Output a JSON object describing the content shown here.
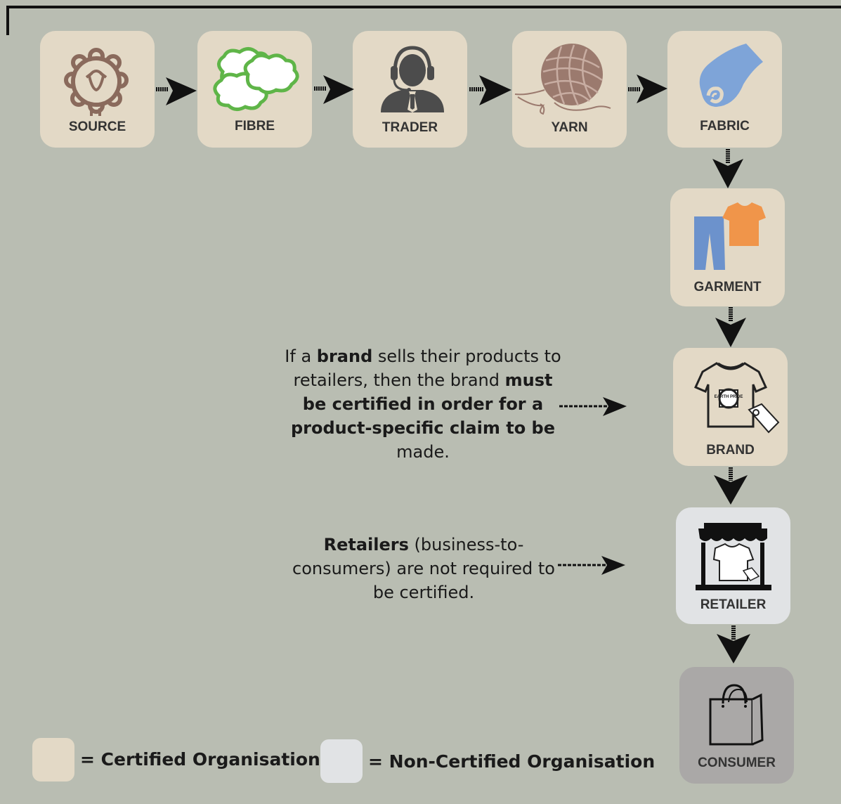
{
  "nodes": {
    "source": "SOURCE",
    "fibre": "FIBRE",
    "trader": "TRADER",
    "yarn": "YARN",
    "fabric": "FABRIC",
    "garment": "GARMENT",
    "brand": "BRAND",
    "retailer": "RETAILER",
    "consumer": "CONSUMER"
  },
  "notes": {
    "brand": {
      "p1": "If a ",
      "b1": "brand",
      "p2": " sells their products to retailers, then the brand ",
      "b2": "must be certified in order for a product-specific claim to be",
      "p3": " made."
    },
    "retailer": {
      "b1": "Retailers",
      "p1": " (business-to-consumers) are not required to be certified."
    }
  },
  "brand_tag_text": "EARTH PRIDE",
  "legend": {
    "certified": "= Certified Organisation",
    "noncertified": "= Non-Certified Organisation"
  },
  "colors": {
    "background": "#b9bdb2",
    "certified": "#e3d9c6",
    "noncertified": "#e1e3e5",
    "consumer": "#aaa8a7"
  }
}
